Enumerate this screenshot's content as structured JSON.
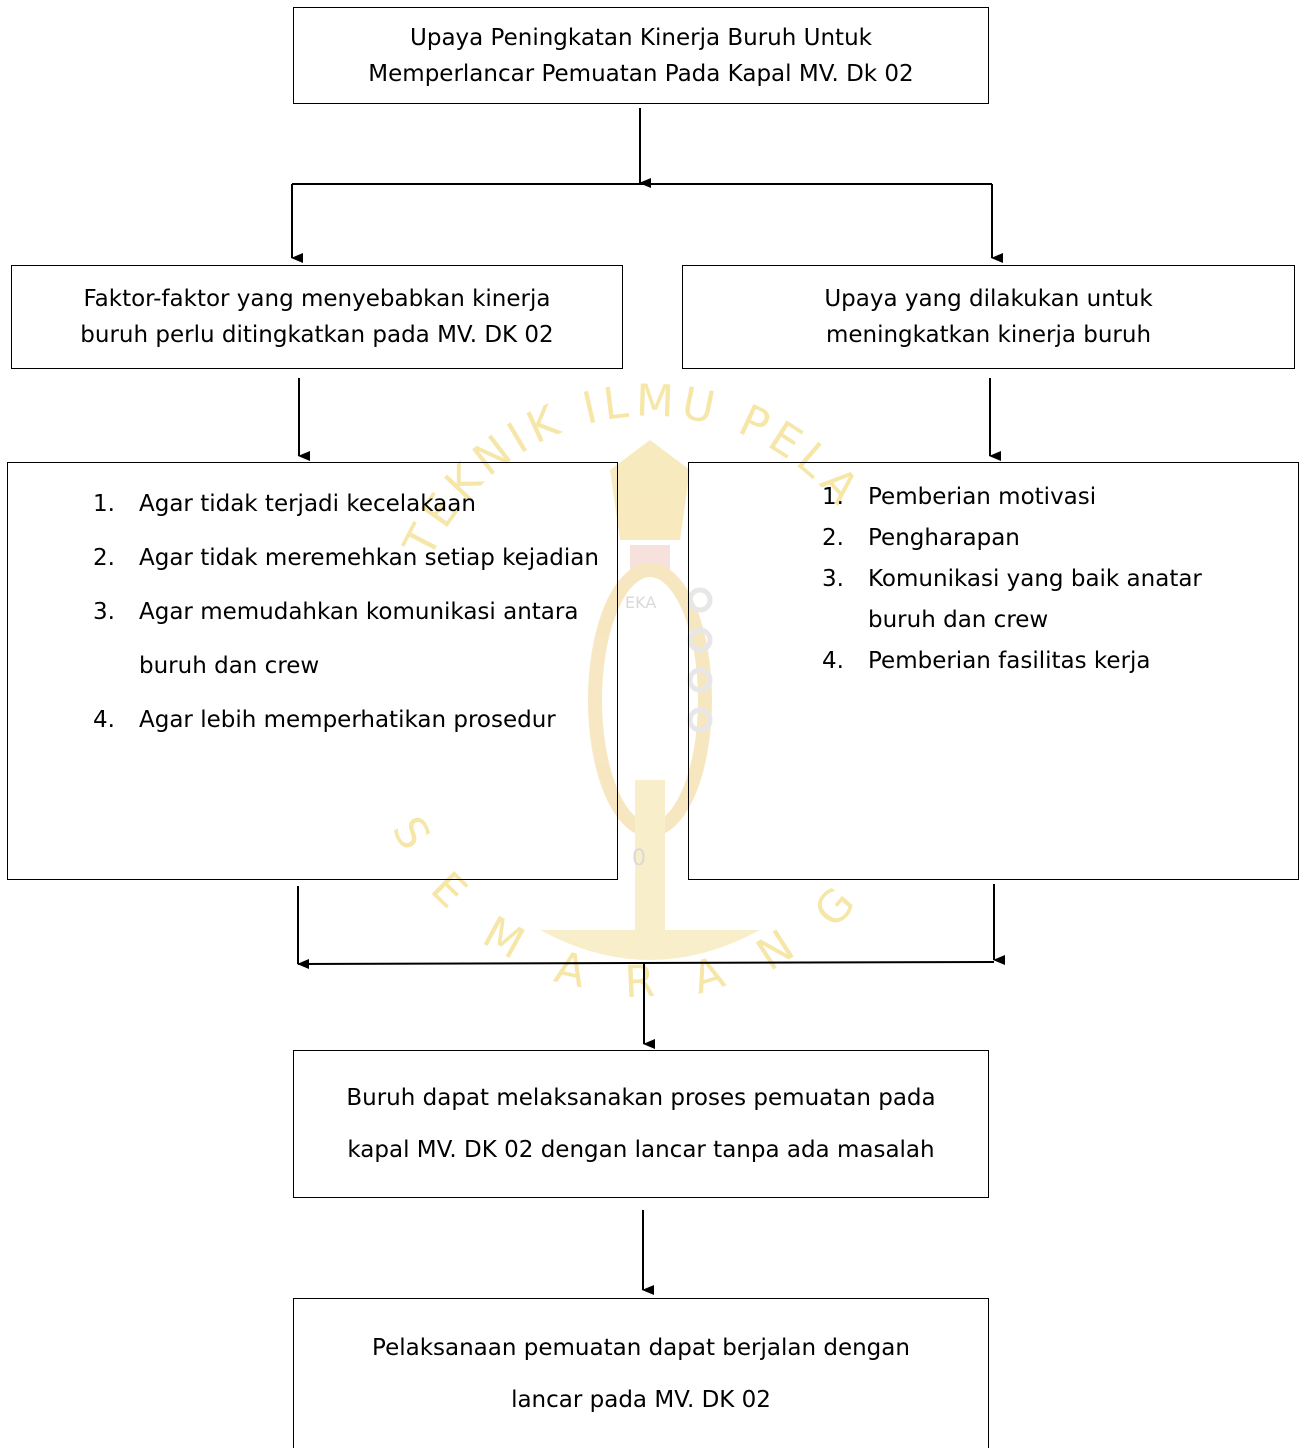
{
  "title_box": {
    "line1": "Upaya Peningkatan Kinerja Buruh Untuk",
    "line2": "Memperlancar Pemuatan Pada Kapal MV. Dk 02"
  },
  "factors_header": {
    "line1": "Faktor-faktor yang menyebabkan kinerja",
    "line2": "buruh perlu ditingkatkan pada MV. DK 02"
  },
  "efforts_header": {
    "line1": "Upaya yang dilakukan untuk",
    "line2": "meningkatkan kinerja buruh"
  },
  "factors_list": [
    {
      "num": "1.",
      "text": "Agar tidak terjadi kecelakaan"
    },
    {
      "num": "2.",
      "text": "Agar tidak meremehkan setiap kejadian"
    },
    {
      "num": "3.",
      "text": "Agar memudahkan komunikasi antara buruh dan crew"
    },
    {
      "num": "4.",
      "text": "Agar lebih memperhatikan prosedur"
    }
  ],
  "efforts_list": [
    {
      "num": "1.",
      "text": "Pemberian motivasi"
    },
    {
      "num": "2.",
      "text": "Pengharapan"
    },
    {
      "num": "3.",
      "text": "Komunikasi yang baik anatar buruh dan crew"
    },
    {
      "num": "4.",
      "text": "Pemberian fasilitas kerja"
    }
  ],
  "result_box": {
    "line1": "Buruh dapat melaksanakan proses pemuatan pada",
    "line2": "kapal MV. DK 02 dengan lancar tanpa ada masalah"
  },
  "final_box": {
    "line1": "Pelaksanaan pemuatan dapat berjalan dengan",
    "line2": "lancar pada MV. DK 02"
  },
  "watermark": {
    "top_arc": "TEKNIK ILMU PELA",
    "bottom_arc": "SEMARANG",
    "inner": "EKA",
    "zero": "0",
    "color": "#f6e6a8"
  }
}
